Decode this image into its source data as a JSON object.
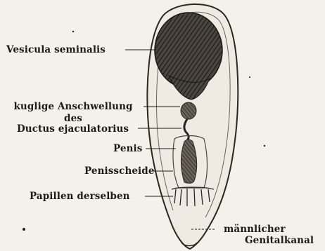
{
  "figure": {
    "labels": {
      "vesicula": "Vesicula seminalis",
      "kuglige_1": "kuglige Anschwellung",
      "kuglige_2": "des",
      "ductus": "Ductus ejaculatorius",
      "penis": "Penis",
      "penisscheide": "Penisscheide",
      "papillen": "Papillen derselben",
      "genital_1": "männlicher",
      "genital_2": "Genitalkanal"
    }
  }
}
